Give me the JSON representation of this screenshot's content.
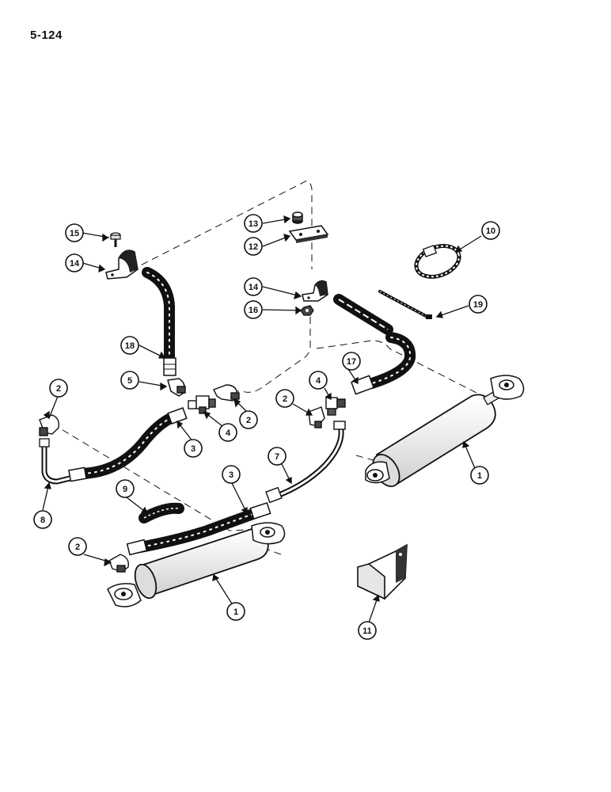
{
  "page": {
    "page_number": "5-124"
  },
  "diagram": {
    "callouts": [
      "1",
      "1",
      "2",
      "2",
      "2",
      "2",
      "3",
      "3",
      "4",
      "4",
      "5",
      "7",
      "8",
      "9",
      "10",
      "11",
      "12",
      "13",
      "14",
      "14",
      "15",
      "16",
      "17",
      "18",
      "19"
    ]
  },
  "colors": {
    "ink": "#111111",
    "paper": "#ffffff"
  }
}
